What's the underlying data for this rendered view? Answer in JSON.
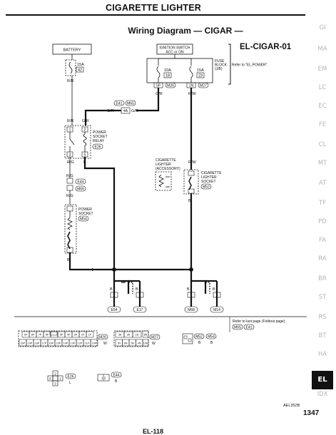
{
  "header": {
    "page_title": "CIGARETTE LIGHTER",
    "diagram_title": "Wiring Diagram — CIGAR —",
    "diagram_code": "EL-CIGAR-01"
  },
  "side_index": [
    "GI",
    "MA",
    "EM",
    "LC",
    "EC",
    "FE",
    "CL",
    "MT",
    "AT",
    "TF",
    "PD",
    "FA",
    "RA",
    "BR",
    "ST",
    "RS",
    "BT",
    "HA",
    "EL",
    "IDX"
  ],
  "side_index_active": "EL",
  "diagram": {
    "battery": "BATTERY",
    "battery_fuse_amp": "15A",
    "battery_fuse_num": "42",
    "wire_rr": "R/R",
    "ignition_switch_l1": "IGNITION SWITCH",
    "ignition_switch_l2": "ACC or ON",
    "fuse_block_l1": "FUSE",
    "fuse_block_l2": "BLOCK",
    "fuse_block_l3": "(J/B)",
    "fuse_block_note": "Refer to \"EL-POWER\".",
    "fuse1_amp": "10A",
    "fuse1_num": "18",
    "fuse2_amp": "15A",
    "fuse2_num": "23",
    "pin_5p": "5P",
    "conn_m26": "M26",
    "pin_1n": "1N",
    "conn_m27": "M27",
    "wire_gr": "G/R",
    "wire_rw": "R/W",
    "conn_e41": "E41",
    "conn_m65": "M65",
    "pin_4a": "4A",
    "relay_l1": "POWER",
    "relay_l2": "SOCKET",
    "relay_l3": "RELAY",
    "conn_e26": "E26",
    "pin_1": "1",
    "pin_2": "2",
    "pin_3": "3",
    "pin_5": "5",
    "wire_rg": "R/G",
    "wire_b": "B",
    "conn_e44": "E44",
    "conn_m66": "M66",
    "lighter_l1": "CIGARETTE",
    "lighter_l2": "LIGHTER",
    "lighter_l3": "(ACCESSORY)",
    "lighter_socket_l1": "CIGARETTE",
    "lighter_socket_l2": "LIGHTER",
    "lighter_socket_l3": "SOCKET",
    "conn_m52": "M52",
    "power_socket_l1": "POWER",
    "power_socket_l2": "SOCKET",
    "conn_m54": "M54",
    "ground_e54": "E54",
    "ground_e17": "E17",
    "ground_m68": "M68",
    "ground_m14": "M14"
  },
  "connectors": {
    "foldout_note": "Refer to last page (Foldout page).",
    "foldout_m65": "M65",
    "foldout_e41": "E41",
    "m26_row1": [
      "9P",
      "8P",
      "7P",
      "6P",
      "",
      "5P",
      "4P",
      "3P",
      "2P",
      "1P"
    ],
    "m26_row2": [
      "20P",
      "19P",
      "18P",
      "17P",
      "16P",
      "15P",
      "14P",
      "13P",
      "12P",
      "11P",
      "10P"
    ],
    "m26_label": "M26",
    "m26_color": "W",
    "m27_row1": [
      "3N",
      "2N",
      "1N"
    ],
    "m27_row2": [
      "7N",
      "6N",
      "5N",
      "4N"
    ],
    "m27_single": "8N",
    "m27_extra": "10N",
    "m27_label": "M27",
    "m27_color": "W",
    "m52_label": "M52",
    "m54_label": "M54",
    "m52_color": "B",
    "m54_color": "B",
    "e26_label": "E26",
    "e26_color": "L",
    "e44_label": "E44",
    "e44_color": "B",
    "e44_pins": "1 2"
  },
  "footer": {
    "ref": "AEL352B",
    "page_number": "1347",
    "bottom_text": "EL-118"
  }
}
